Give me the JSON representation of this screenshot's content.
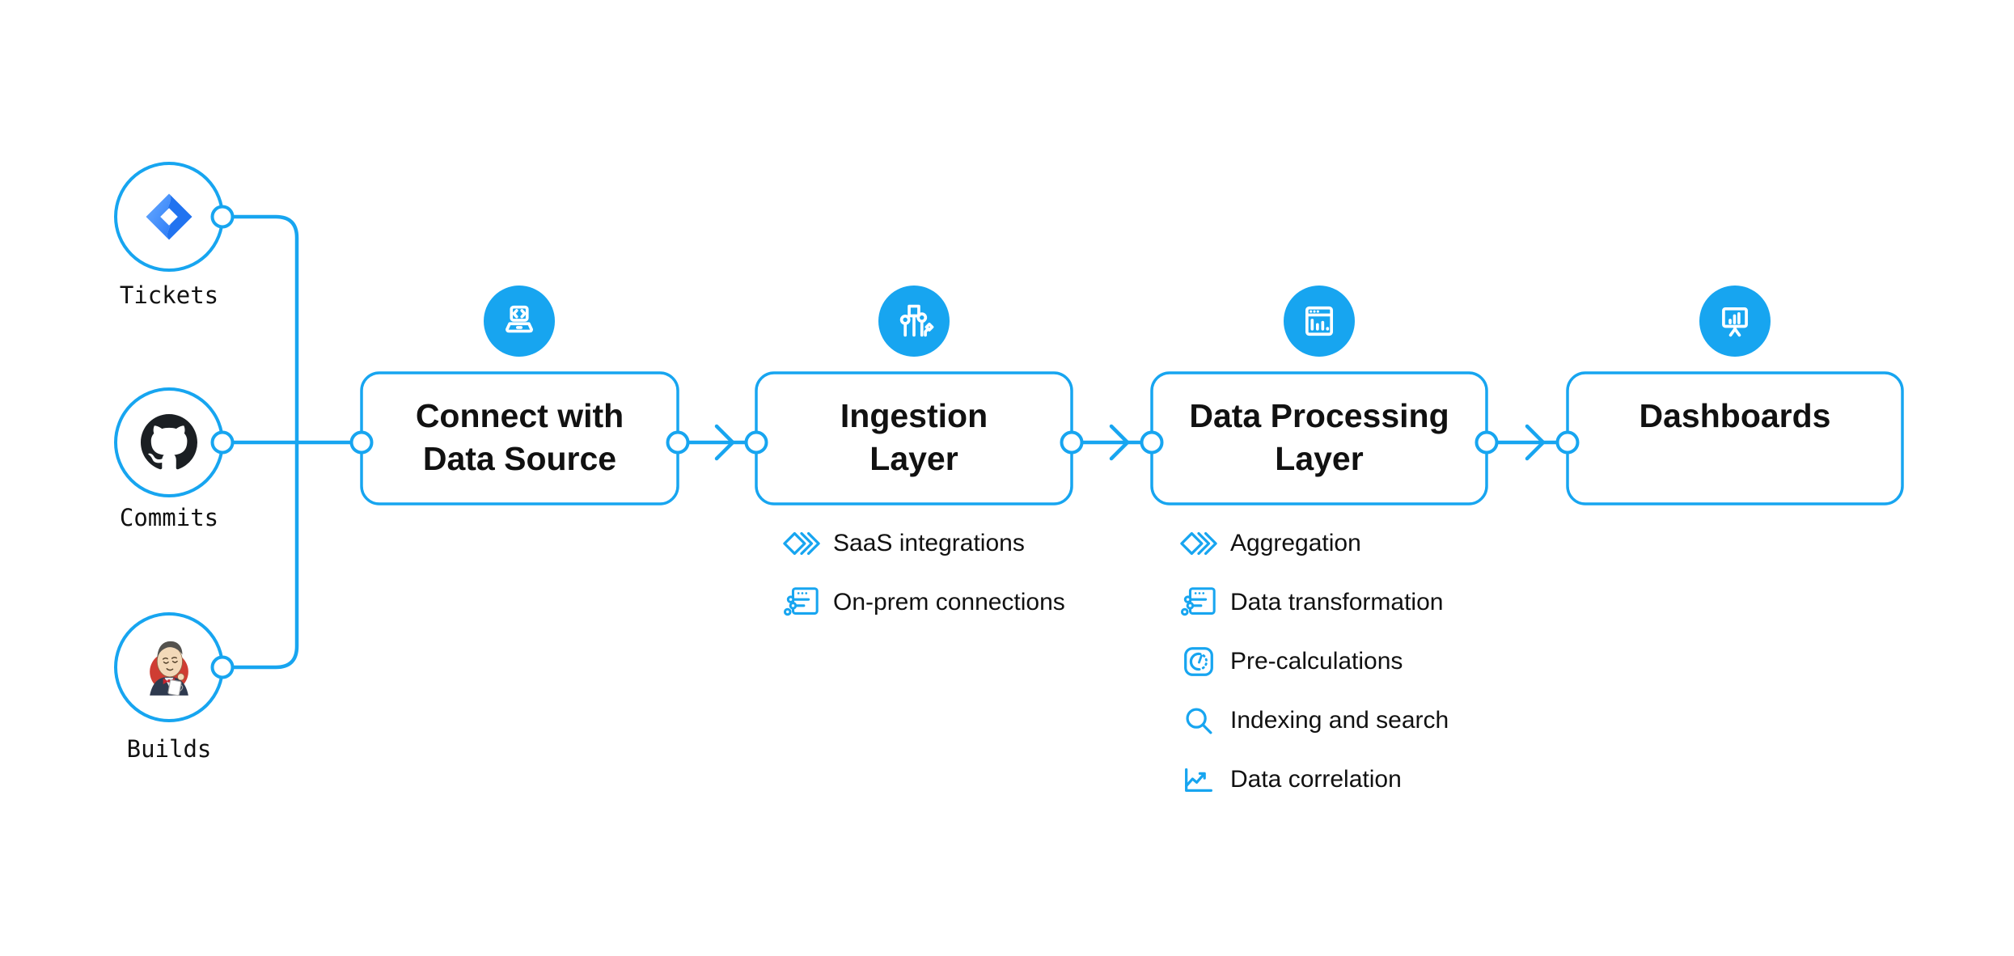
{
  "colors": {
    "accent": "#17a5f0",
    "text": "#111111",
    "background": "#ffffff"
  },
  "sources": [
    {
      "id": "tickets",
      "label": "Tickets",
      "icon": "jira-icon"
    },
    {
      "id": "commits",
      "label": "Commits",
      "icon": "github-icon"
    },
    {
      "id": "builds",
      "label": "Builds",
      "icon": "jenkins-icon"
    }
  ],
  "stages": [
    {
      "id": "connect",
      "title": "Connect with Data Source",
      "badge_icon": "laptop-code-icon",
      "features": []
    },
    {
      "id": "ingestion",
      "title": "Ingestion Layer",
      "badge_icon": "circuit-branches-icon",
      "features": [
        {
          "label": "SaaS integrations",
          "icon": "stacked-diamonds-icon"
        },
        {
          "label": "On-prem connections",
          "icon": "window-sliders-icon"
        }
      ]
    },
    {
      "id": "processing",
      "title": "Data Processing Layer",
      "badge_icon": "window-bar-chart-icon",
      "features": [
        {
          "label": "Aggregation",
          "icon": "stacked-diamonds-icon"
        },
        {
          "label": "Data transformation",
          "icon": "window-sliders-icon"
        },
        {
          "label": "Pre-calculations",
          "icon": "gauge-icon"
        },
        {
          "label": "Indexing and search",
          "icon": "search-icon"
        },
        {
          "label": "Data correlation",
          "icon": "line-chart-icon"
        }
      ]
    },
    {
      "id": "dashboards",
      "title": "Dashboards",
      "badge_icon": "presentation-chart-icon",
      "features": []
    }
  ]
}
